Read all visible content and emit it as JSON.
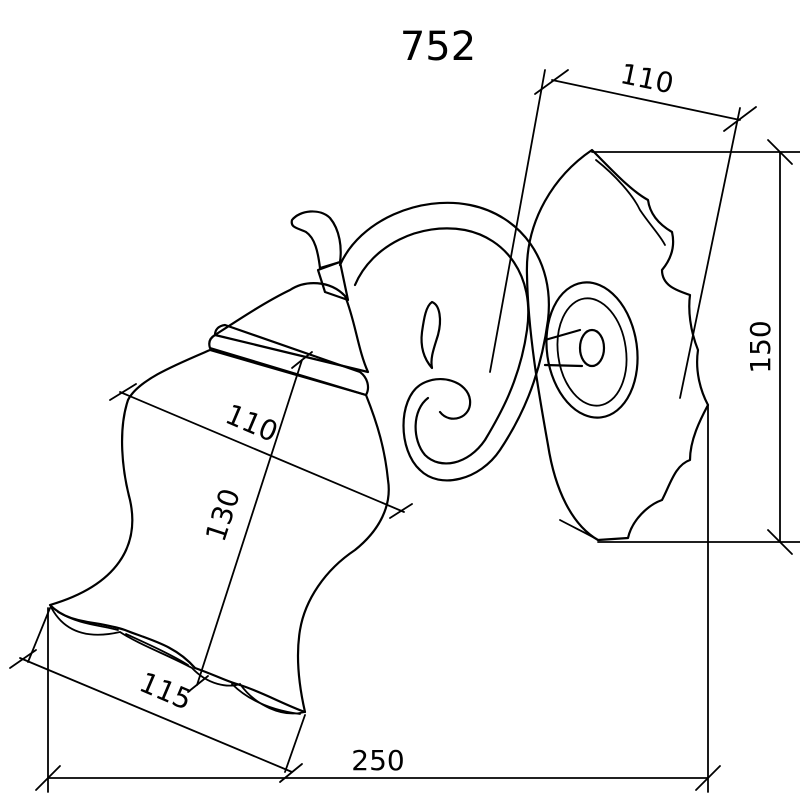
{
  "drawing": {
    "model_number": "752",
    "dimensions": {
      "backplate_width": "110",
      "backplate_height": "150",
      "shade_width": "110",
      "shade_height": "130",
      "shade_bottom_width": "115",
      "overall_projection": "250"
    }
  }
}
